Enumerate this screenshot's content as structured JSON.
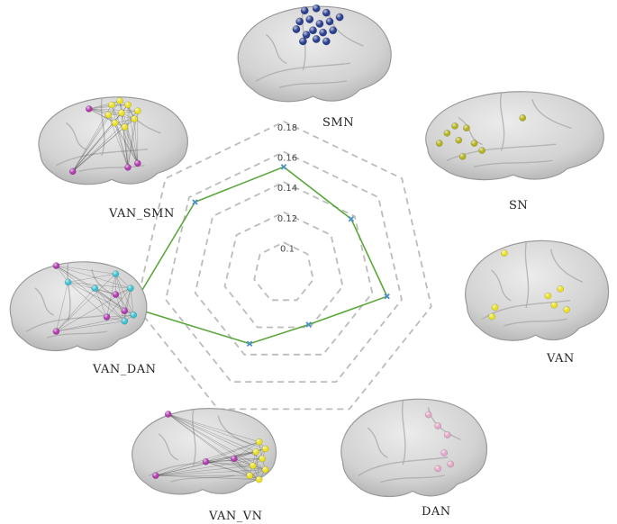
{
  "colors": {
    "series": "#5aa83c",
    "marker": "#4a8fc8",
    "grid": "#bcbcbc",
    "brain": "#d6d6d6",
    "smn": "#2b3f8f",
    "yellow": "#e8e020",
    "olive": "#b3b21c",
    "magenta": "#b03aae",
    "cyan": "#3cc0d0",
    "pink": "#e4a6c6"
  },
  "chart_data": {
    "type": "radar",
    "categories": [
      "SMN",
      "SN",
      "VAN",
      "DAN",
      "VAN_VN",
      "VAN_DAN",
      "VAN_SMN"
    ],
    "values": [
      0.15,
      0.137,
      0.15,
      0.118,
      0.132,
      0.183,
      0.155
    ],
    "ticks": [
      0.1,
      0.12,
      0.14,
      0.16,
      0.18
    ],
    "tick_labels": [
      "0.1",
      "0.12",
      "0.14",
      "0.16",
      "0.18"
    ],
    "rlim": [
      0.08,
      0.18
    ],
    "grid": true,
    "grid_style": "dashed heptagons",
    "marker": "x"
  },
  "brains": [
    {
      "label": "SMN",
      "icon": "brain-lateral-icon",
      "node_colors": [
        "smn"
      ],
      "edges": false
    },
    {
      "label": "SN",
      "icon": "brain-lateral-icon",
      "node_colors": [
        "olive"
      ],
      "edges": false
    },
    {
      "label": "VAN",
      "icon": "brain-lateral-icon",
      "node_colors": [
        "yellow"
      ],
      "edges": false
    },
    {
      "label": "DAN",
      "icon": "brain-lateral-icon",
      "node_colors": [
        "pink"
      ],
      "edges": false
    },
    {
      "label": "VAN_VN",
      "icon": "brain-lateral-icon",
      "node_colors": [
        "magenta",
        "yellow"
      ],
      "edges": true
    },
    {
      "label": "VAN_DAN",
      "icon": "brain-lateral-icon",
      "node_colors": [
        "magenta",
        "cyan"
      ],
      "edges": true
    },
    {
      "label": "VAN_SMN",
      "icon": "brain-lateral-icon",
      "node_colors": [
        "magenta",
        "yellow"
      ],
      "edges": true
    }
  ]
}
